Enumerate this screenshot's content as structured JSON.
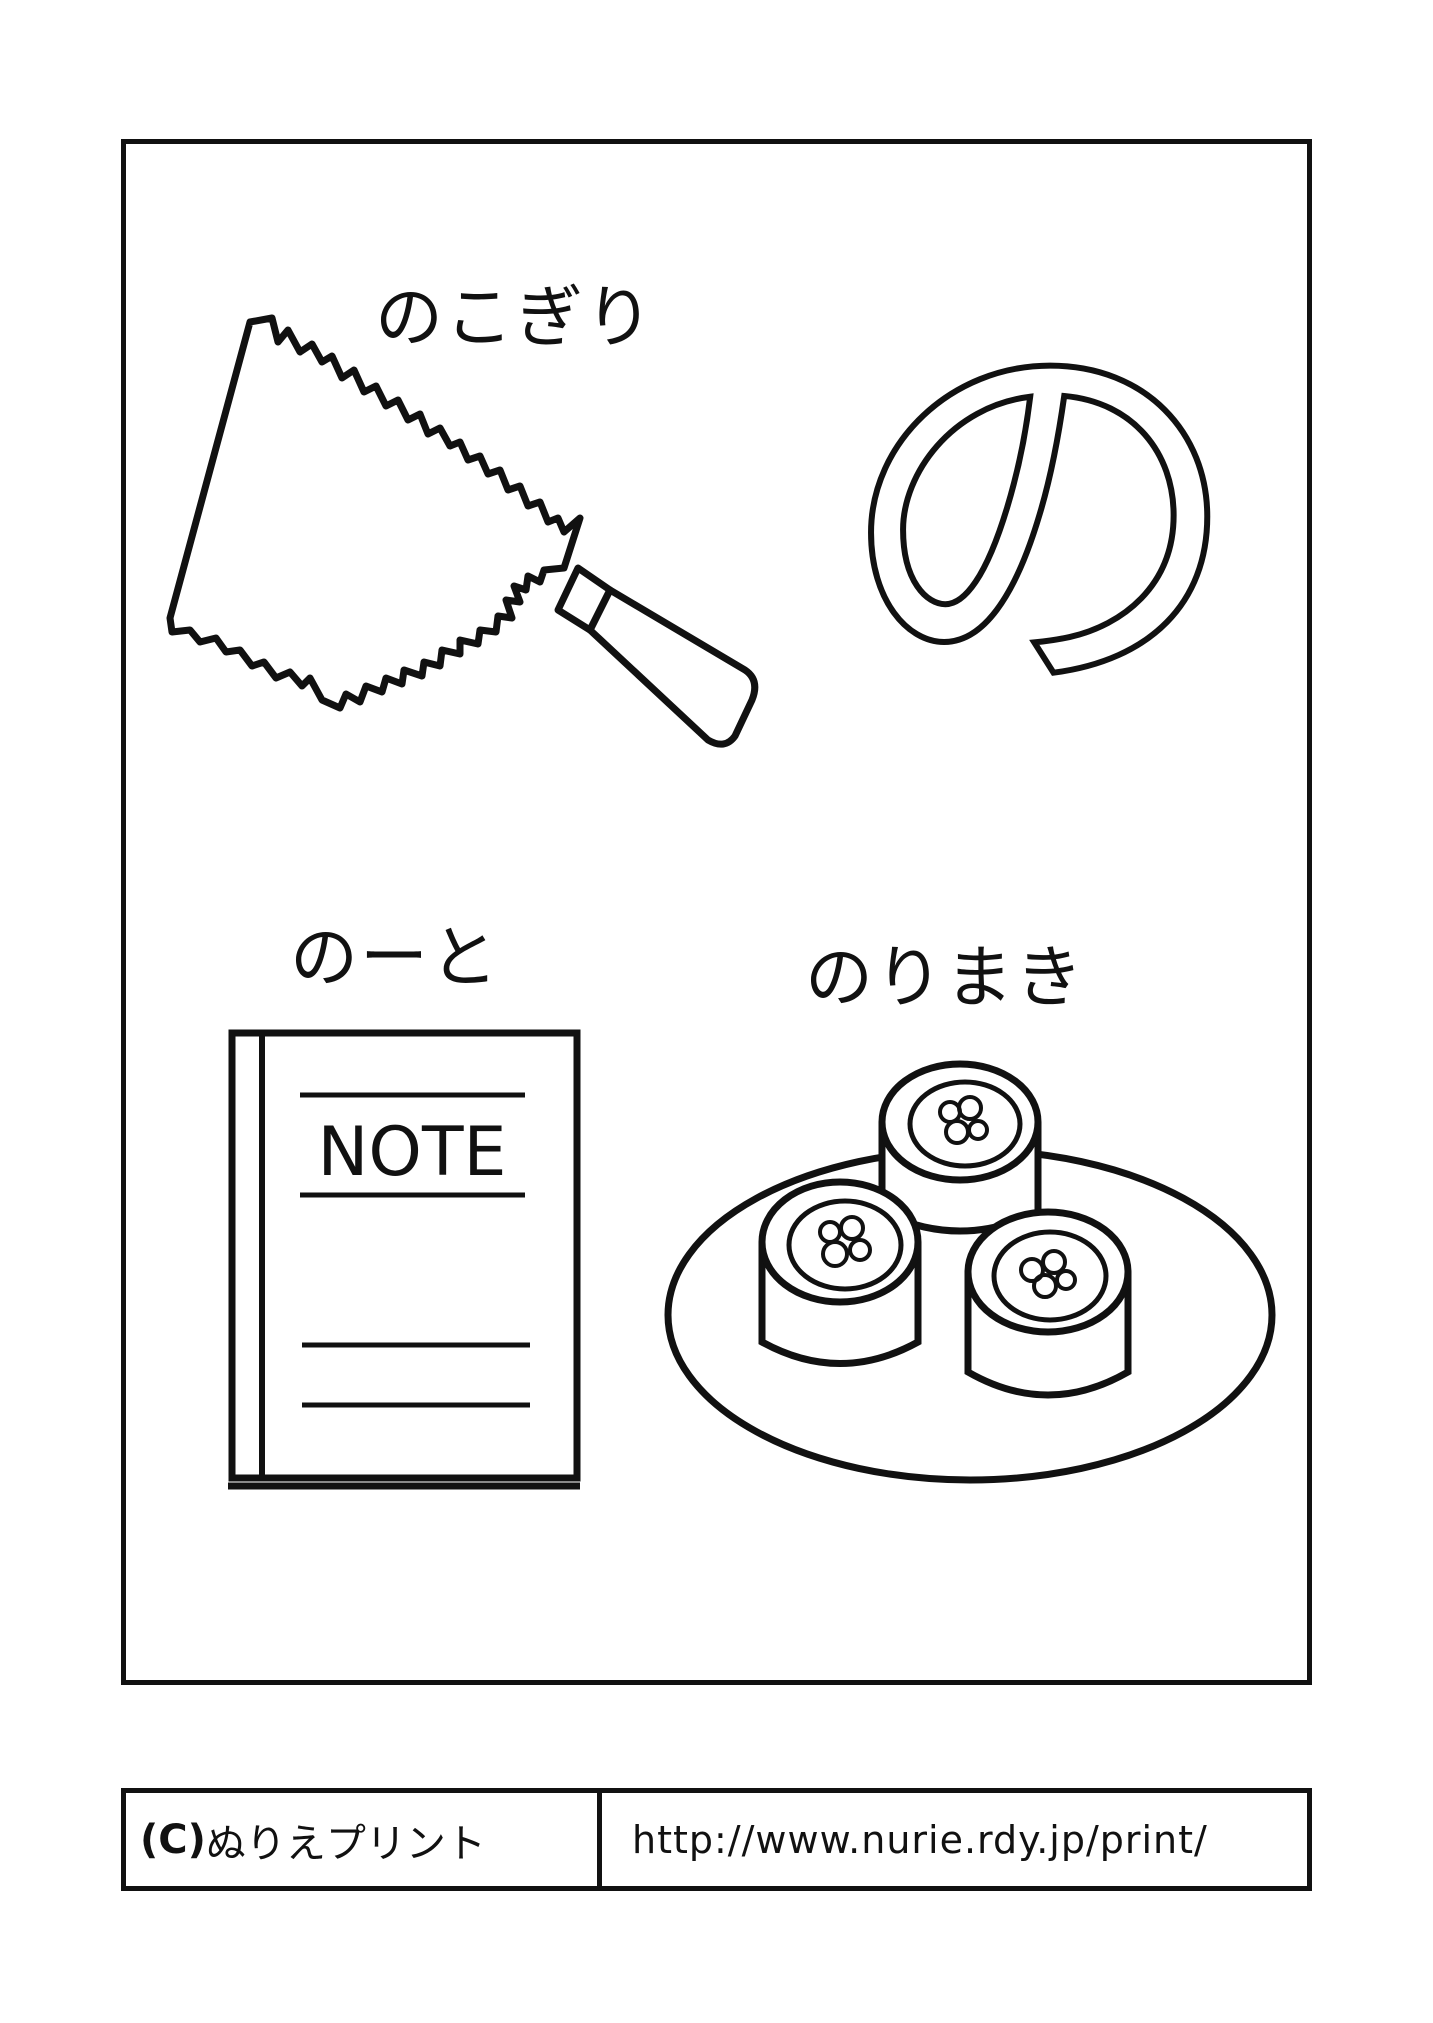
{
  "letter": "の",
  "words": {
    "saw": "のこぎり",
    "note": "のーと",
    "norimaki": "のりまき"
  },
  "notebook": {
    "cover_text": "NOTE"
  },
  "footer": {
    "copyright_mark": "(C)",
    "site_name": "ぬりえプリント",
    "url": "http://www.nurie.rdy.jp/print/"
  },
  "colors": {
    "ink": "#111111",
    "paper": "#ffffff"
  }
}
